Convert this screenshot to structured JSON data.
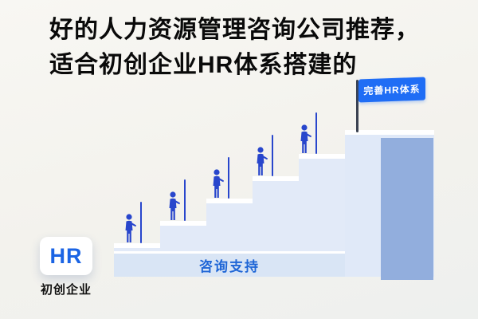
{
  "title": {
    "line1": "好的人力资源管理咨询公司推荐，",
    "line2": "适合初创企业HR体系搭建的"
  },
  "flag": {
    "label": "完善HR体系"
  },
  "staircase": {
    "support_label": "咨询支持",
    "climbers_count": 5
  },
  "startup": {
    "logo": "HR",
    "label": "初创企业"
  },
  "icons": {
    "climber": "climber-with-staff-icon",
    "flag": "flag-banner-icon"
  },
  "colors": {
    "accent_blue": "#1f6df5",
    "figure_blue": "#2846cc",
    "step_light": "#e2eaf8",
    "column_blue": "#92aedd",
    "background": "#f3f2ed",
    "title_text": "#0a0a0a"
  }
}
